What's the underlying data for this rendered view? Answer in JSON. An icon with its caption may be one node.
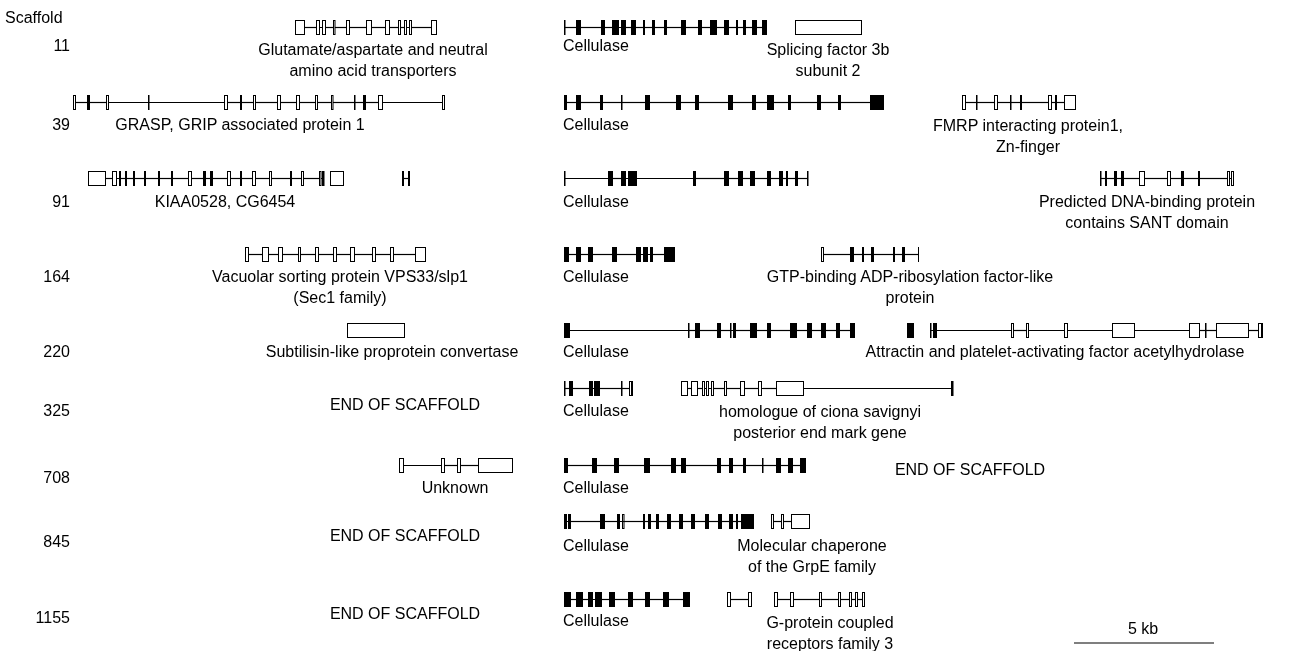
{
  "diagram": {
    "labels": [
      "Scaffold",
      "11",
      "Glutamate/aspartate and neutral amino acid transporters",
      "Cellulase",
      "Splicing factor 3b subunit 2",
      "39",
      "GRASP, GRIP associated protein 1",
      "Cellulase",
      "FMRP interacting protein1, Zn-finger",
      "91",
      "KIAA0528, CG6454",
      "Cellulase",
      "Predicted DNA-binding protein contains SANT domain",
      "164",
      "Vacuolar sorting protein VPS33/slp1 (Sec1 family)",
      "Cellulase",
      "GTP-binding ADP-ribosylation factor-like protein",
      "220",
      "Subtilisin-like proprotein convertase",
      "Cellulase",
      "Attractin and platelet-activating factor acetylhydrolase",
      "325",
      "END OF SCAFFOLD",
      "Cellulase",
      "homologue of ciona savignyi posterior end mark gene",
      "708",
      "Unknown",
      "Cellulase",
      "END OF SCAFFOLD",
      "845",
      "END OF SCAFFOLD",
      "Cellulase",
      "Molecular chaperone of the GrpE family",
      "1155",
      "END OF SCAFFOLD",
      "Cellulase",
      "G-protein coupled receptors family 3",
      "5 kb"
    ]
  }
}
